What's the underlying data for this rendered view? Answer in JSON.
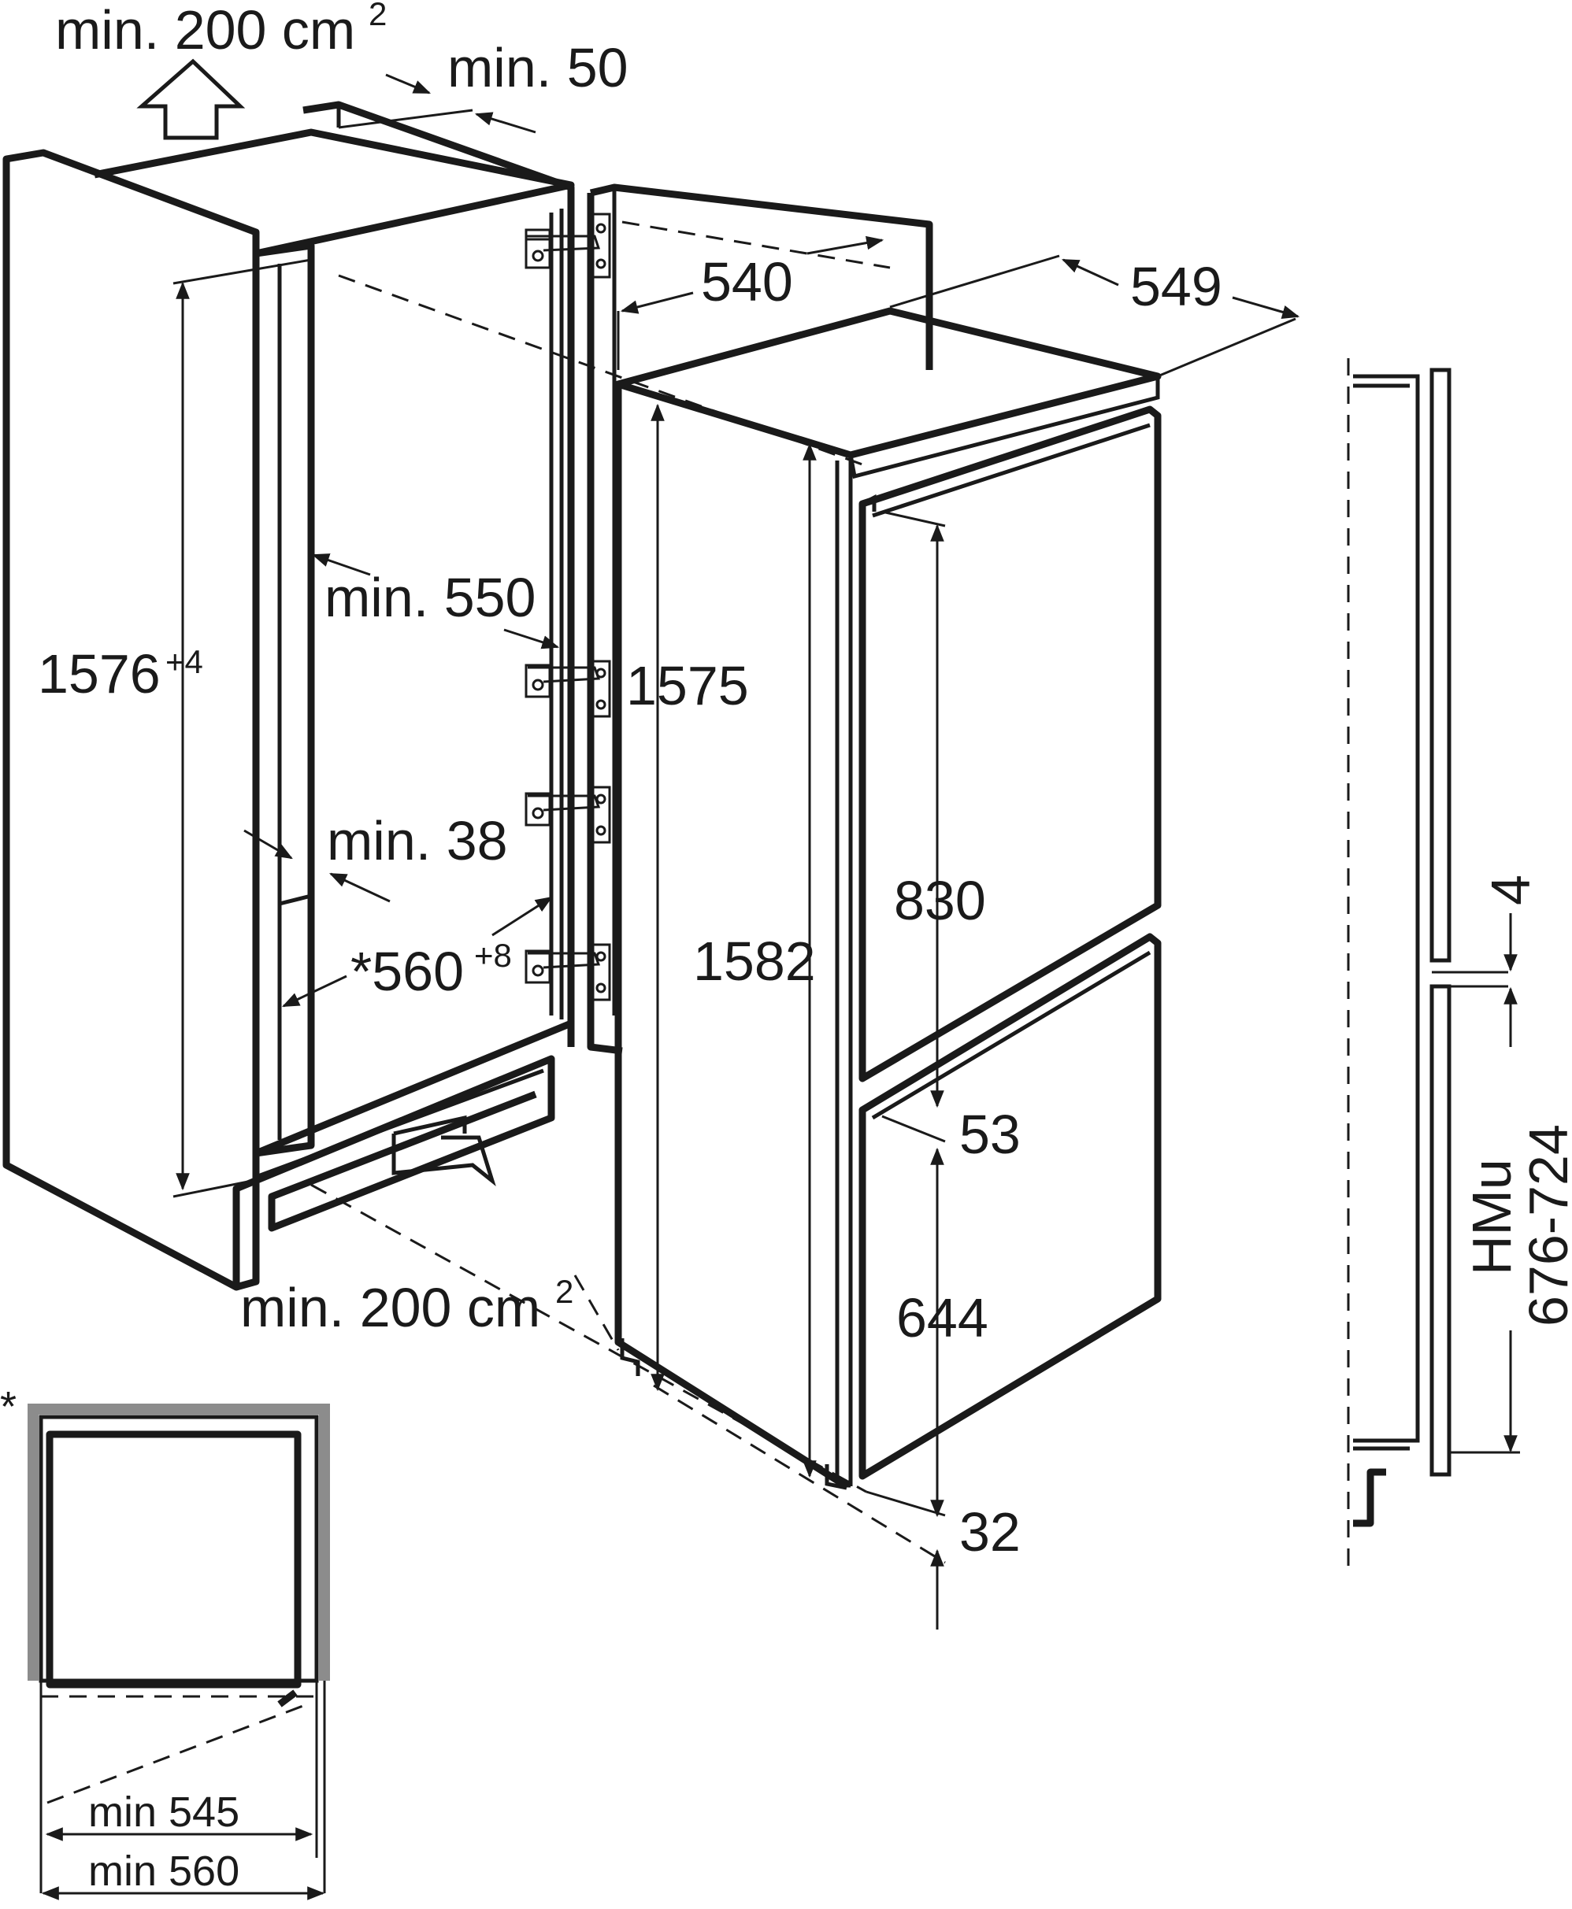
{
  "labels": {
    "top_vent": "min. 200 cm",
    "top_vent_sup": "2",
    "top_gap": "min. 50",
    "niche_height": "1576",
    "niche_height_sup": "+4",
    "niche_depth": "min. 550",
    "side_gap": "min. 38",
    "niche_width": "*560",
    "niche_width_sup": "+8",
    "bottom_vent": "min. 200 cm",
    "bottom_vent_sup": "2",
    "appliance_width": "540",
    "appliance_depth": "549",
    "appliance_height": "1575",
    "overall_height": "1582",
    "upper_door": "830",
    "door_gap": "53",
    "lower_door": "644",
    "bottom_offset": "32",
    "side_gap_small": "4",
    "hinge_label": "HMu",
    "hinge_range": "676-724",
    "asterisk": "*",
    "plan_min_1": "min 545",
    "plan_min_2": "min 560"
  }
}
